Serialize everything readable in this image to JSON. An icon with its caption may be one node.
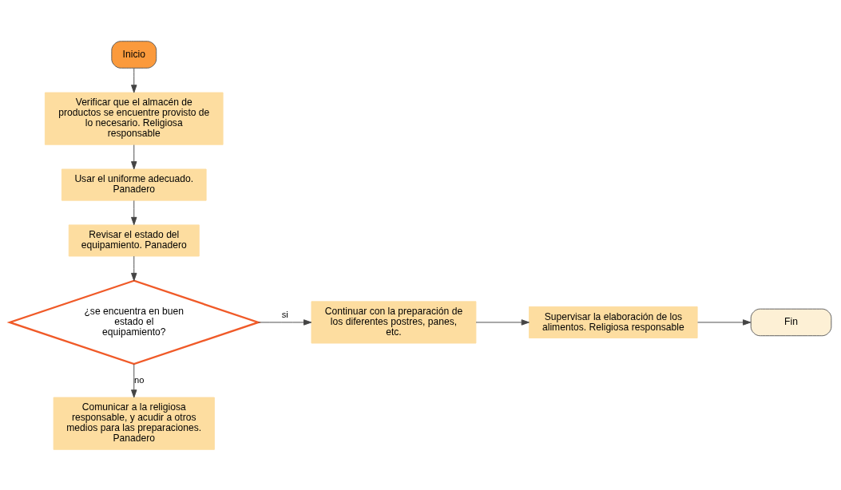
{
  "diagram": {
    "nodes": [
      {
        "text": [
          "Inicio"
        ]
      },
      {
        "text": [
          "Verificar que el almacén de productos se encuentre provisto de lo necesario. Religiosa responsable"
        ]
      },
      {
        "text": [
          "Usar el uniforme adecuado. Panadero"
        ]
      },
      {
        "text": [
          "Revisar el estado del equipamiento. Panadero"
        ]
      },
      {
        "text": [
          "¿se encuentra en buen estado el equipamiento?"
        ]
      },
      {
        "text": [
          "Continuar con la preparación de los diferentes postres, panes, etc."
        ]
      },
      {
        "text": [
          "Supervisar la elaboración de los alimentos. Religiosa responsable"
        ]
      },
      {
        "text": [
          "Fin"
        ]
      },
      {
        "text": [
          "Comunicar a la religiosa responsable, y acudir a otros medios para las preparaciones. Panadero"
        ]
      }
    ],
    "edges": [
      {
        "from": 0,
        "to": 1,
        "arrow": "to"
      },
      {
        "from": 1,
        "to": 2,
        "arrow": "to"
      },
      {
        "from": 2,
        "to": 3,
        "arrow": "to"
      },
      {
        "from": 3,
        "to": 4,
        "arrow": "to"
      },
      {
        "from": 4,
        "to": 5,
        "arrow": "to",
        "label": "si"
      },
      {
        "from": 5,
        "to": 6,
        "arrow": "to"
      },
      {
        "from": 6,
        "to": 7,
        "arrow": "to"
      },
      {
        "from": 4,
        "to": 8,
        "arrow": "to",
        "label": "no"
      }
    ]
  }
}
